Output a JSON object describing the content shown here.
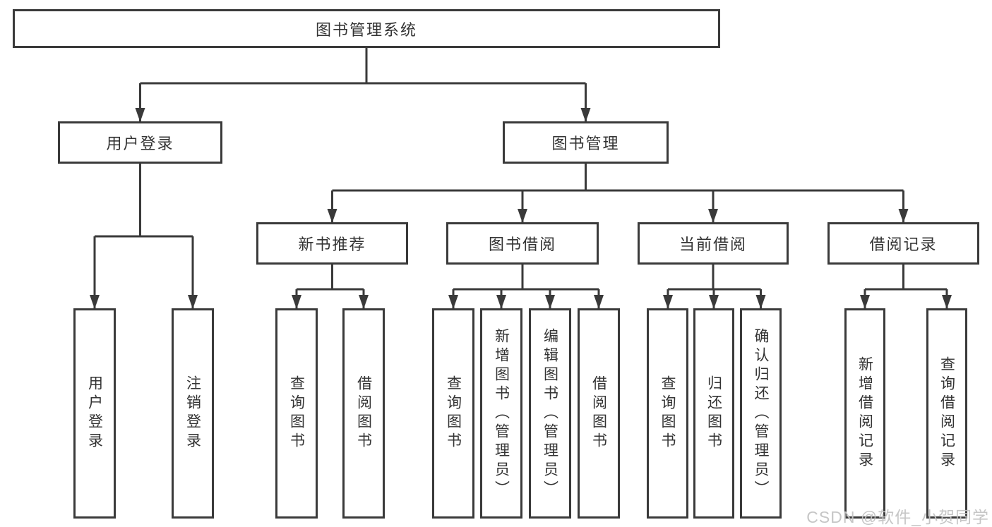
{
  "tree": {
    "root": {
      "label": "图书管理系统"
    },
    "branches": [
      {
        "label": "用户登录",
        "children": [
          {
            "label": "用户登录"
          },
          {
            "label": "注销登录"
          }
        ]
      },
      {
        "label": "图书管理",
        "children": [
          {
            "label": "新书推荐",
            "children": [
              {
                "label": "查询图书"
              },
              {
                "label": "借阅图书"
              }
            ]
          },
          {
            "label": "图书借阅",
            "children": [
              {
                "label": "查询图书"
              },
              {
                "label": "新增图书（管理员）"
              },
              {
                "label": "编辑图书（管理员）"
              },
              {
                "label": "借阅图书"
              }
            ]
          },
          {
            "label": "当前借阅",
            "children": [
              {
                "label": "查询图书"
              },
              {
                "label": "归还图书"
              },
              {
                "label": "确认归还（管理员）"
              }
            ]
          },
          {
            "label": "借阅记录",
            "children": [
              {
                "label": "新增借阅记录"
              },
              {
                "label": "查询借阅记录"
              }
            ]
          }
        ]
      }
    ]
  },
  "watermark": {
    "text": "CSDN @软件_小贺同学"
  },
  "colors": {
    "line": "#3a3a3a",
    "text": "#333333",
    "watermark": "#c3c3c3",
    "background": "#ffffff"
  }
}
